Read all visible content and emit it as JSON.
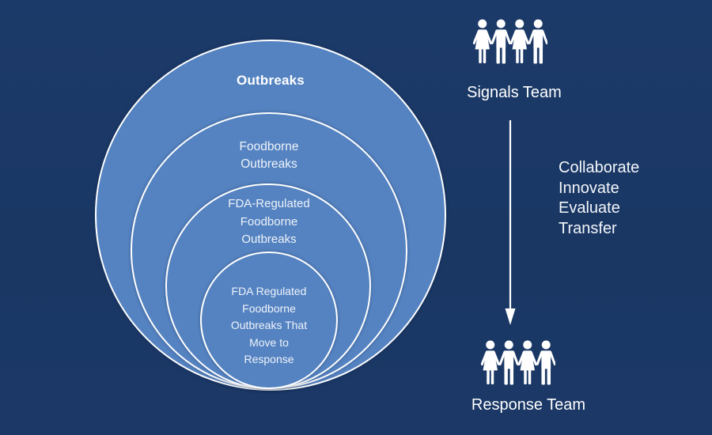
{
  "colors": {
    "background": "#1b3866",
    "circle_fill": "#5583c1",
    "circle_stroke": "#ffffff",
    "text_white": "#ffffff",
    "text_soft_white": "#eef3fa"
  },
  "venn": {
    "circles": [
      {
        "name": "outbreaks",
        "label": "Outbreaks"
      },
      {
        "name": "foodborne-outbreaks",
        "label": "Foodborne\nOutbreaks"
      },
      {
        "name": "fda-regulated-foodborne-outbreaks",
        "label": "FDA-Regulated\nFoodborne\nOutbreaks"
      },
      {
        "name": "fda-regulated-foodborne-outbreaks-move-to-response",
        "label": "FDA Regulated\nFoodborne\nOutbreaks That\nMove to\nResponse"
      }
    ]
  },
  "right_panel": {
    "signals_team": {
      "label": "Signals Team",
      "icon": "people-group-icon"
    },
    "arrow_icon": "down-arrow-icon",
    "process_words": [
      "Collaborate",
      "Innovate",
      "Evaluate",
      "Transfer"
    ],
    "response_team": {
      "label": "Response Team",
      "icon": "people-group-icon"
    }
  }
}
